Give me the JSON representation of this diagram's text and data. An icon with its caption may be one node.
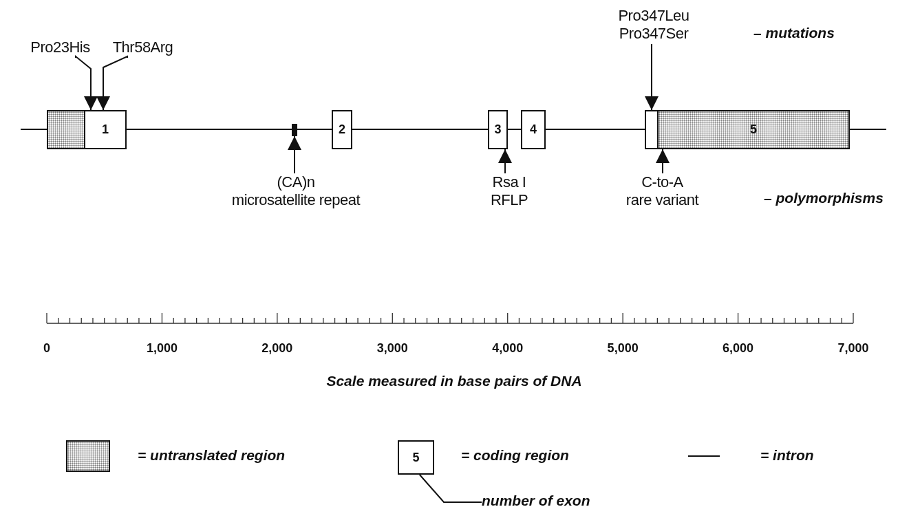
{
  "diagram": {
    "nodes": [
      {
        "text": [
          "Pro23His"
        ]
      },
      {
        "text": [
          "Thr58Arg"
        ]
      },
      {
        "text": [
          "Pro347Leu",
          "Pro347Ser"
        ]
      },
      {
        "text": [],
        "shape": "box"
      },
      {
        "text": [
          "1"
        ]
      },
      {
        "text": [],
        "shape": "bar"
      },
      {
        "text": [
          "2"
        ]
      },
      {
        "text": [
          "3"
        ]
      },
      {
        "text": [
          "4"
        ]
      },
      {
        "text": [],
        "shape": "box"
      },
      {
        "text": [
          "5"
        ]
      },
      {
        "text": [
          "(CA)n",
          "microsatellite repeat"
        ]
      },
      {
        "text": [
          "Rsa I",
          "RFLP"
        ]
      },
      {
        "text": [
          "C-to-A",
          "rare variant"
        ]
      },
      {
        "text": [
          "5"
        ]
      },
      {
        "text": [
          "number of exon"
        ]
      }
    ],
    "edges": [
      {
        "from": 0,
        "to": 4,
        "arrow": "to"
      },
      {
        "from": 1,
        "to": 4,
        "arrow": "to"
      },
      {
        "from": 2,
        "to": 9,
        "arrow": "to"
      },
      {
        "from": 11,
        "to": 5,
        "arrow": "to"
      },
      {
        "from": 12,
        "to": 7,
        "arrow": "to"
      },
      {
        "from": 13,
        "to": 10,
        "arrow": "to"
      },
      {
        "from": null,
        "to": 3,
        "arrow": "none"
      },
      {
        "from": 4,
        "to": 5,
        "arrow": "none"
      },
      {
        "from": 5,
        "to": 6,
        "arrow": "none"
      },
      {
        "from": 6,
        "to": 7,
        "arrow": "none"
      },
      {
        "from": 7,
        "to": 8,
        "arrow": "none"
      },
      {
        "from": 8,
        "to": 9,
        "arrow": "none"
      },
      {
        "from": 10,
        "to": null,
        "arrow": "none"
      },
      {
        "from": 15,
        "to": 14,
        "arrow": "none"
      }
    ],
    "labels": [
      "– mutations",
      "– polymorphisms",
      "0",
      "1,000",
      "2,000",
      "3,000",
      "4,000",
      "5,000",
      "6,000",
      "7,000",
      "Scale measured in base pairs of DNA"
    ],
    "legend": [
      {
        "text": "= untranslated region"
      },
      {
        "text": "= coding region"
      },
      {
        "text": "= intron"
      }
    ]
  }
}
